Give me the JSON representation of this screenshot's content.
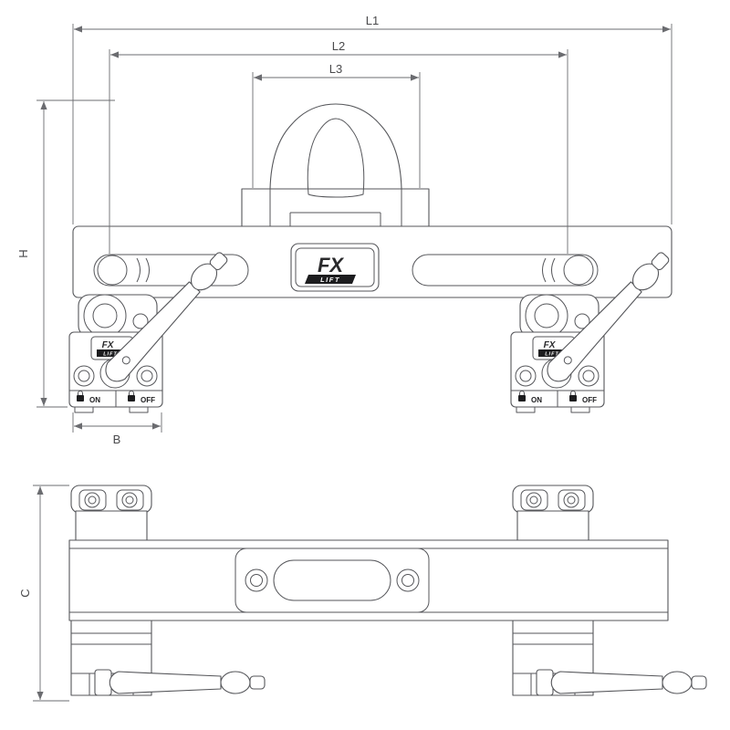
{
  "dimensions": {
    "l1": "L1",
    "l2": "L2",
    "l3": "L3",
    "h": "H",
    "b": "B",
    "c": "C"
  },
  "logo": {
    "fx": "FX",
    "lift": "LIFT"
  },
  "magnet_panel": {
    "fx": "FX",
    "lift": "LIFT",
    "on": "ON",
    "off": "OFF"
  },
  "colors": {
    "line": "#55565a",
    "dimension": "#6b6c70",
    "logo_dark": "#1d1d1f",
    "background": "#ffffff"
  }
}
